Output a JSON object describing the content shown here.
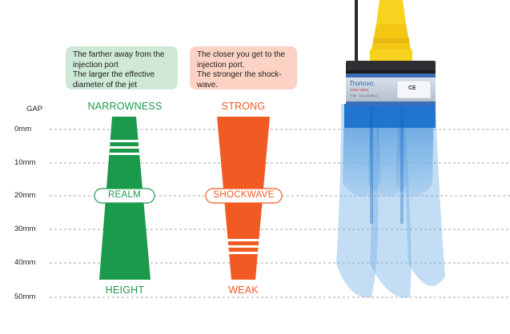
{
  "note_left": {
    "lines": [
      "The farther away from the",
      "injection port",
      "The larger the effective",
      "diameter of the jet"
    ]
  },
  "note_right": {
    "lines": [
      "The closer you get to the",
      "injection port.",
      "The stronger the shock-",
      "wave."
    ]
  },
  "left_column": {
    "top_label": "NARROWNESS",
    "pill_label": "REALM",
    "bottom_label": "HEIGHT",
    "color": "#1c9a4b"
  },
  "right_column": {
    "top_label": "STRONG",
    "pill_label": "SHOCKWAVE",
    "bottom_label": "WEAK",
    "color": "#f15a22"
  },
  "axis": {
    "title": "GAP",
    "ticks": [
      "0mm",
      "10mm",
      "20mm",
      "30mm",
      "40mm",
      "50mm"
    ]
  },
  "nozzle": {
    "brand": "Tronovo",
    "model_text": "JXSG 9004",
    "small_text": "T 55 · 10 L 20 (ft L)",
    "cert": "CE"
  },
  "colors": {
    "jet_blue": "#1f7fd6",
    "nozzle_yellow": "#f7d21e",
    "label_band": "#3b6fb6"
  }
}
